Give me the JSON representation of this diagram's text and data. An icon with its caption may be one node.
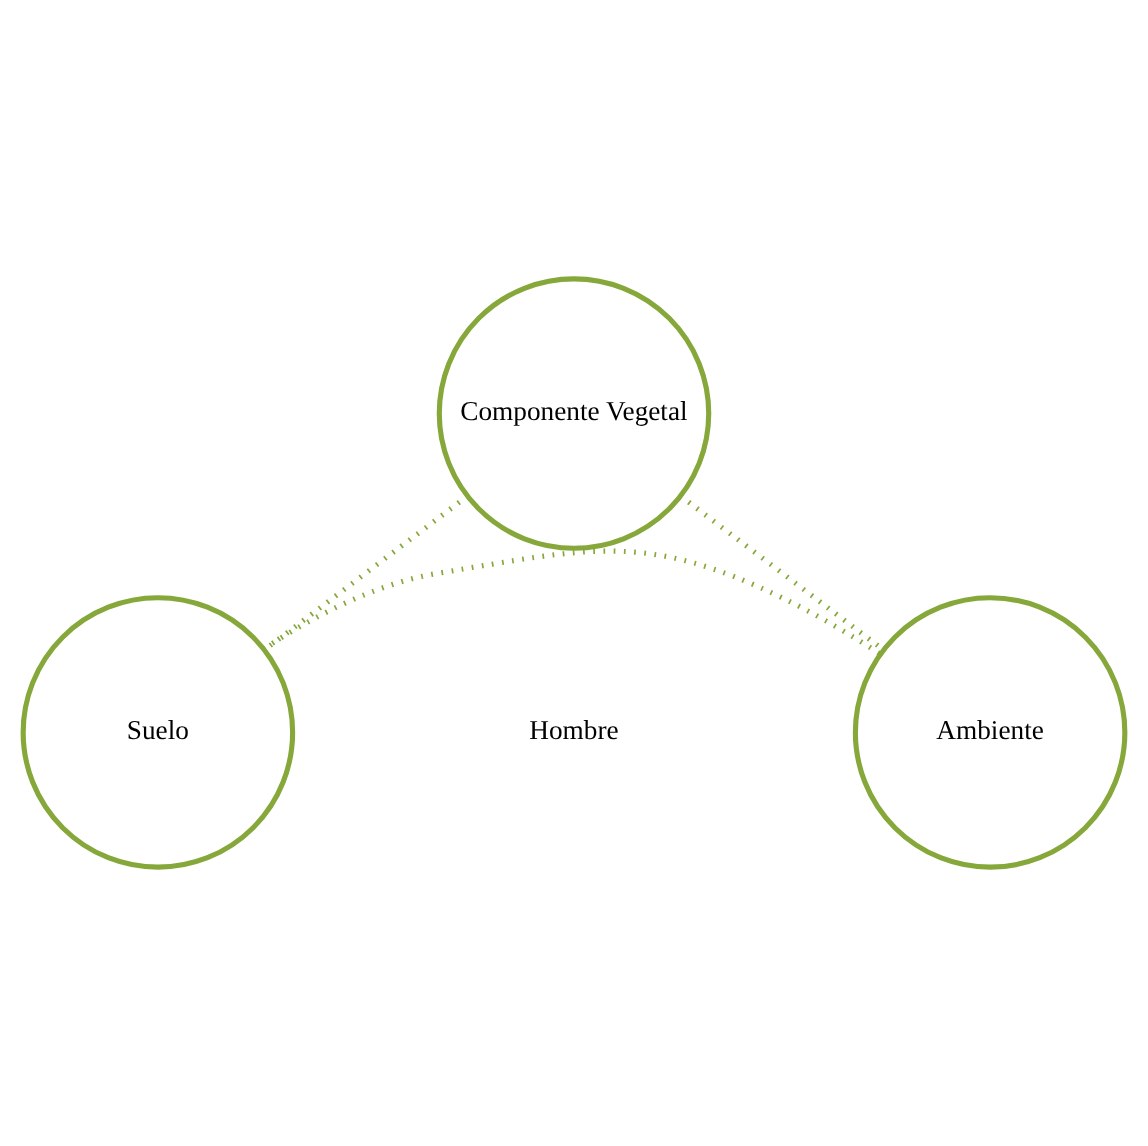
{
  "diagram": {
    "nodes": [
      {
        "text": [
          "Componente Vegetal"
        ]
      },
      {
        "text": [
          "Suelo"
        ]
      },
      {
        "text": [
          "Ambiente"
        ]
      }
    ],
    "edges": [
      {
        "from": 0,
        "to": 1,
        "arrow": "none",
        "style": "dashed"
      },
      {
        "from": 0,
        "to": 2,
        "arrow": "none",
        "style": "dashed"
      },
      {
        "from": 1,
        "to": 2,
        "arrow": "none",
        "style": "dashed"
      }
    ],
    "labels": [
      "Hombre"
    ]
  }
}
